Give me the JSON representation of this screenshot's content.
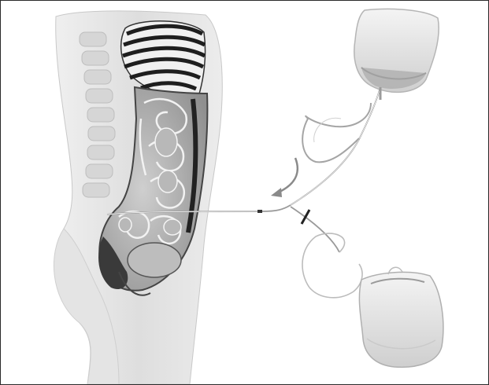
{
  "figure": {
    "frame_color": "#2a2a2a",
    "background_color": "#ffffff",
    "icons": {
      "anatomy": "torso-sagittal-section",
      "intestines": "bowel-loops",
      "inflow_bag": "dialysate-bag",
      "outflow_bag": "drainage-bag",
      "flow_arrow": "curved-arrow-down-left",
      "clamp": "tube-clamp"
    }
  }
}
